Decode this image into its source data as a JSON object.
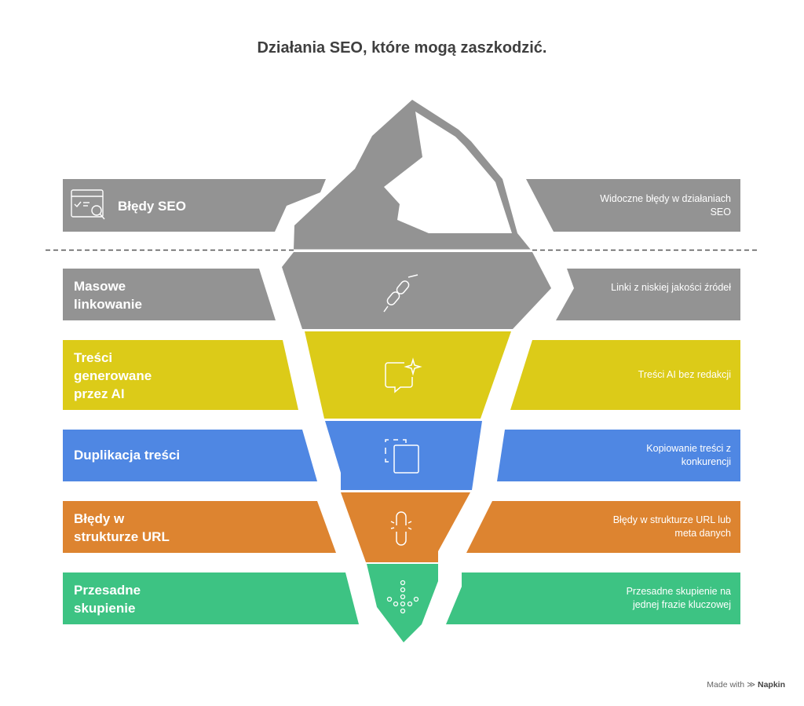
{
  "title": "Działania SEO, które mogą zaszkodzić.",
  "colors": {
    "gray": "#939393",
    "yellow": "#DCCB18",
    "blue": "#4F87E3",
    "orange": "#DD8430",
    "green": "#3DC383"
  },
  "rows": [
    {
      "label": "Błędy SEO",
      "description": "Widoczne błędy w działaniach SEO",
      "icon": "seo-audit-icon"
    },
    {
      "label": "Masowe linkowanie",
      "description": "Linki z niskiej jakości źródeł",
      "icon": "chain-link-icon"
    },
    {
      "label": "Treści generowane przez AI",
      "description": "Treści AI bez redakcji",
      "icon": "ai-chat-sparkle-icon"
    },
    {
      "label": "Duplikacja treści",
      "description": "Kopiowanie treści z konkurencji",
      "icon": "duplicate-icon"
    },
    {
      "label": "Błędy w strukturze URL",
      "description": "Błędy w strukturze URL lub meta danych",
      "icon": "broken-link-icon"
    },
    {
      "label": "Przesadne skupienie",
      "description": "Przesadne skupienie na jednej frazie kluczowej",
      "icon": "focus-dots-icon"
    }
  ],
  "footer": {
    "made_with": "Made with",
    "brand": "Napkin"
  }
}
